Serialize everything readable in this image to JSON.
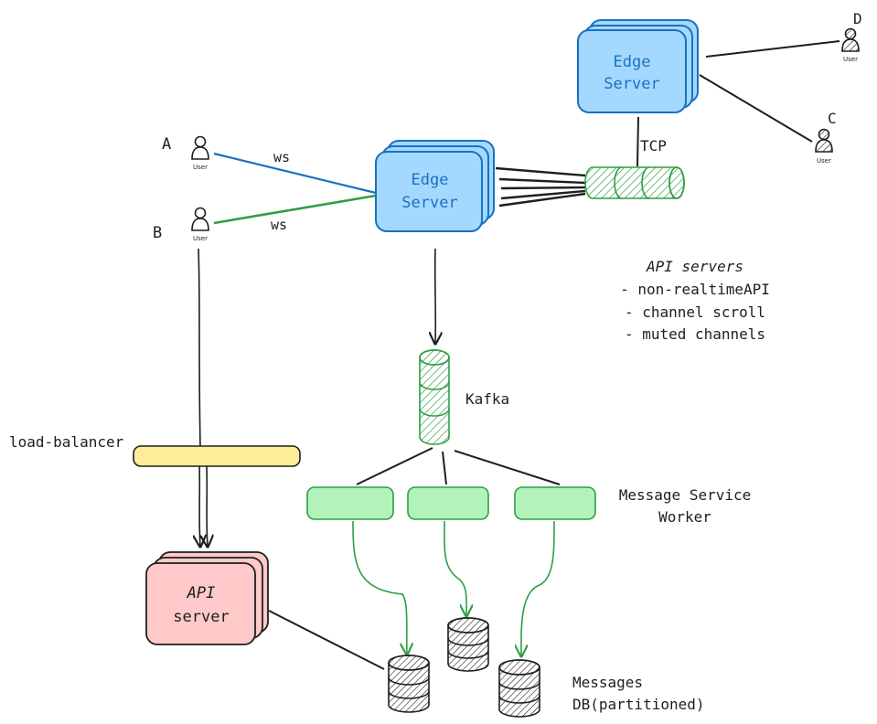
{
  "users": {
    "A": {
      "letter": "A",
      "caption": "User"
    },
    "B": {
      "letter": "B",
      "caption": "User"
    },
    "C": {
      "letter": "C",
      "caption": "User"
    },
    "D": {
      "letter": "D",
      "caption": "User"
    }
  },
  "edge_servers": {
    "main": {
      "line1": "Edge",
      "line2": "Server"
    },
    "top": {
      "line1": "Edge",
      "line2": "Server"
    }
  },
  "connections": {
    "ws_a": "ws",
    "ws_b": "ws",
    "tcp": "TCP"
  },
  "kafka_label": "Kafka",
  "load_balancer_label": "load-balancer",
  "api_server": {
    "line1": "API",
    "line2": "server"
  },
  "api_servers_note": {
    "title": "API servers",
    "items": [
      "- non-realtimeAPI",
      "- channel scroll",
      "- muted channels"
    ]
  },
  "message_service": {
    "line1": "Message Service",
    "line2": "Worker"
  },
  "messages_db": {
    "line1": "Messages",
    "line2": "DB(partitioned)"
  },
  "colors": {
    "blue_fill": "#a5d8ff",
    "blue_stroke": "#1971c2",
    "green_fill": "#b2f2bb",
    "green_stroke": "#2f9e44",
    "yellow_fill": "#ffec99",
    "pink_fill": "#ffc9c9",
    "ink": "#1e1e1e"
  }
}
